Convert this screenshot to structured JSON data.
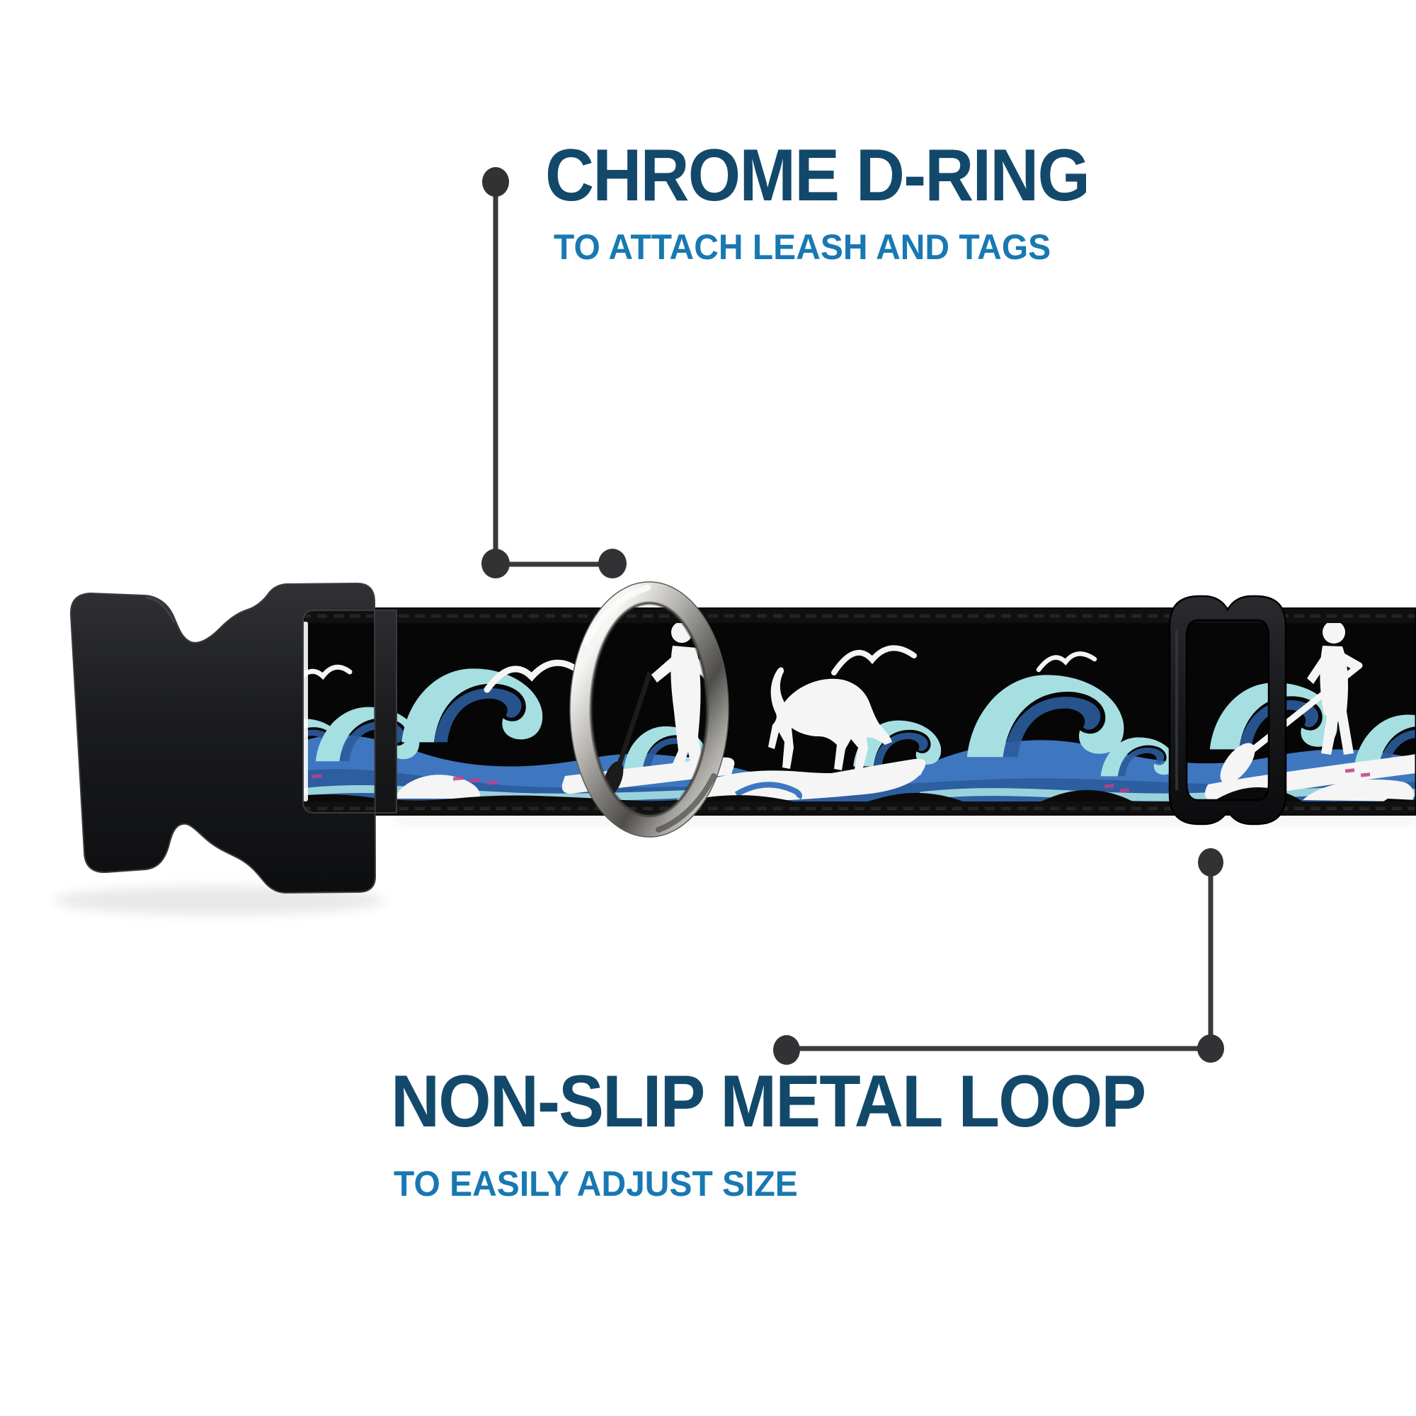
{
  "page": {
    "background": "#ffffff"
  },
  "callouts": [
    {
      "id": "chrome-d-ring",
      "title": "CHROME D-RING",
      "subtitle": "TO ATTACH LEASH AND TAGS",
      "points_to": "d-ring"
    },
    {
      "id": "non-slip-metal-loop",
      "title": "NON-SLIP METAL LOOP",
      "subtitle": "TO EASILY ADJUST SIZE",
      "points_to": "slider-loop"
    }
  ],
  "product": {
    "parts": {
      "buckle": "black plastic side-release buckle",
      "d_ring": "chrome d-ring",
      "slider_loop": "black metal adjuster loop",
      "strap": "printed webbing strap"
    },
    "pattern_elements": [
      "seagulls",
      "paddleboarder",
      "dog on surfboard",
      "ocean waves"
    ],
    "pattern_background": "black"
  },
  "colors": {
    "page_bg": "#ffffff",
    "navy": "#12496b",
    "blue": "#1878b2",
    "line": "#3a3a3c",
    "dot": "#323234",
    "aqua": "#a6dfe2",
    "wave_blue": "#3e77c0",
    "wave_blue_dark": "#2b5c9c",
    "silhouette_white": "#f5f5f5",
    "magenta": "#c03e8c",
    "strap_black": "#060606",
    "plastic_black": "#1b1c1e",
    "chrome_light": "#f6f6f4",
    "chrome_dark": "#4e4d4a"
  }
}
